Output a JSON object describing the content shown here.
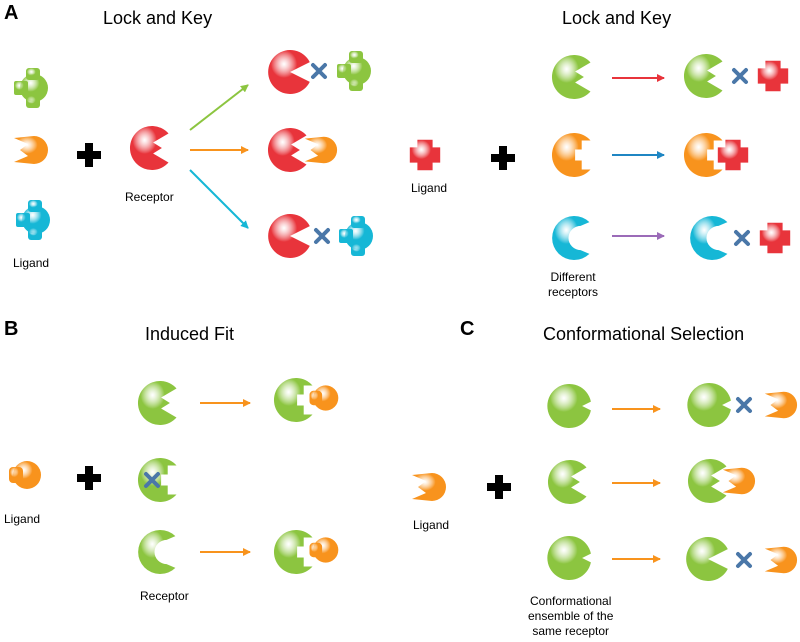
{
  "colors": {
    "green": "#8cc540",
    "orange": "#f8931d",
    "red": "#e8343b",
    "cyan": "#16b7d6",
    "blue_arrow": "#1f86c3",
    "purple_arrow": "#9b6bb8",
    "cross": "#4a77a8",
    "plus": "#000000"
  },
  "panel_a": {
    "letter": "A",
    "left_title": "Lock and Key",
    "right_title": "Lock and Key",
    "receptor_label": "Receptor",
    "ligand_label_left": "Ligand",
    "ligand_label_right": "Ligand",
    "receptors_label": "Different\nreceptors"
  },
  "panel_b": {
    "letter": "B",
    "title": "Induced Fit",
    "ligand_label": "Ligand",
    "receptor_label": "Receptor"
  },
  "panel_c": {
    "letter": "C",
    "title": "Conformational Selection",
    "ligand_label": "Ligand",
    "ensemble_label": "Conformational\nensemble of the\nsame receptor"
  }
}
